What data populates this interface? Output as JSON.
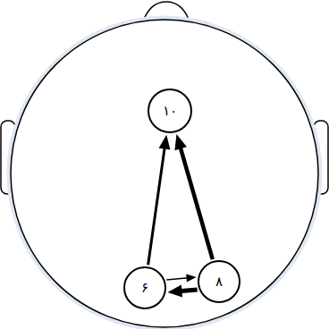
{
  "diagram": {
    "nodes": [
      {
        "text": [
          "۱۰"
        ]
      },
      {
        "text": [
          "۶"
        ]
      },
      {
        "text": [
          "۸"
        ]
      }
    ],
    "edges": [
      {
        "from": 1,
        "to": 0,
        "arrow": "to"
      },
      {
        "from": 2,
        "to": 0,
        "arrow": "to"
      },
      {
        "from": 1,
        "to": 2,
        "arrow": "to"
      },
      {
        "from": 2,
        "to": 1,
        "arrow": "to"
      }
    ]
  }
}
